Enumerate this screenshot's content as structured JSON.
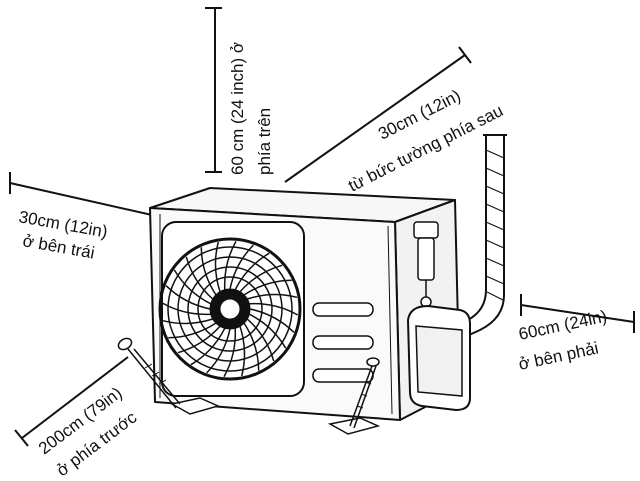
{
  "labels": {
    "top_line1": "60 cm (24 inch) ở",
    "top_line2": "phía trên",
    "rear_line1": "30cm (12in)",
    "rear_line2": "từ bức tường phía sau",
    "left_line1": "30cm (12in)",
    "left_line2": "ở bên trái",
    "right_line1": "60cm (24in)",
    "right_line2": "ở bên phải",
    "front_line1": "200cm (79in)",
    "front_line2": "ở phía trước"
  },
  "colors": {
    "ink": "#111111",
    "paper": "#ffffff",
    "panel": "#f4f4f4"
  }
}
